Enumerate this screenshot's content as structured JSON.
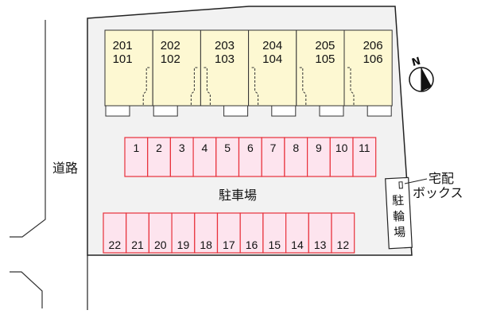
{
  "labels": {
    "road": "道路",
    "parking": "駐車場",
    "delivery_box_line1": "宅配",
    "delivery_box_line2": "ボックス",
    "bicycle_parking": "駐輪場",
    "north": "N"
  },
  "units": [
    {
      "upper": "201",
      "lower": "101"
    },
    {
      "upper": "202",
      "lower": "102"
    },
    {
      "upper": "203",
      "lower": "103"
    },
    {
      "upper": "204",
      "lower": "104"
    },
    {
      "upper": "205",
      "lower": "105"
    },
    {
      "upper": "206",
      "lower": "106"
    }
  ],
  "parking_top": [
    "1",
    "2",
    "3",
    "4",
    "5",
    "6",
    "7",
    "8",
    "9",
    "10",
    "11"
  ],
  "parking_bottom": [
    "22",
    "21",
    "20",
    "19",
    "18",
    "17",
    "16",
    "15",
    "14",
    "13",
    "12"
  ],
  "colors": {
    "lot": "#f2f2f2",
    "building": "#fdf8d2",
    "slot_fill": "#fde4ee",
    "slot_stroke": "#e8303a"
  }
}
